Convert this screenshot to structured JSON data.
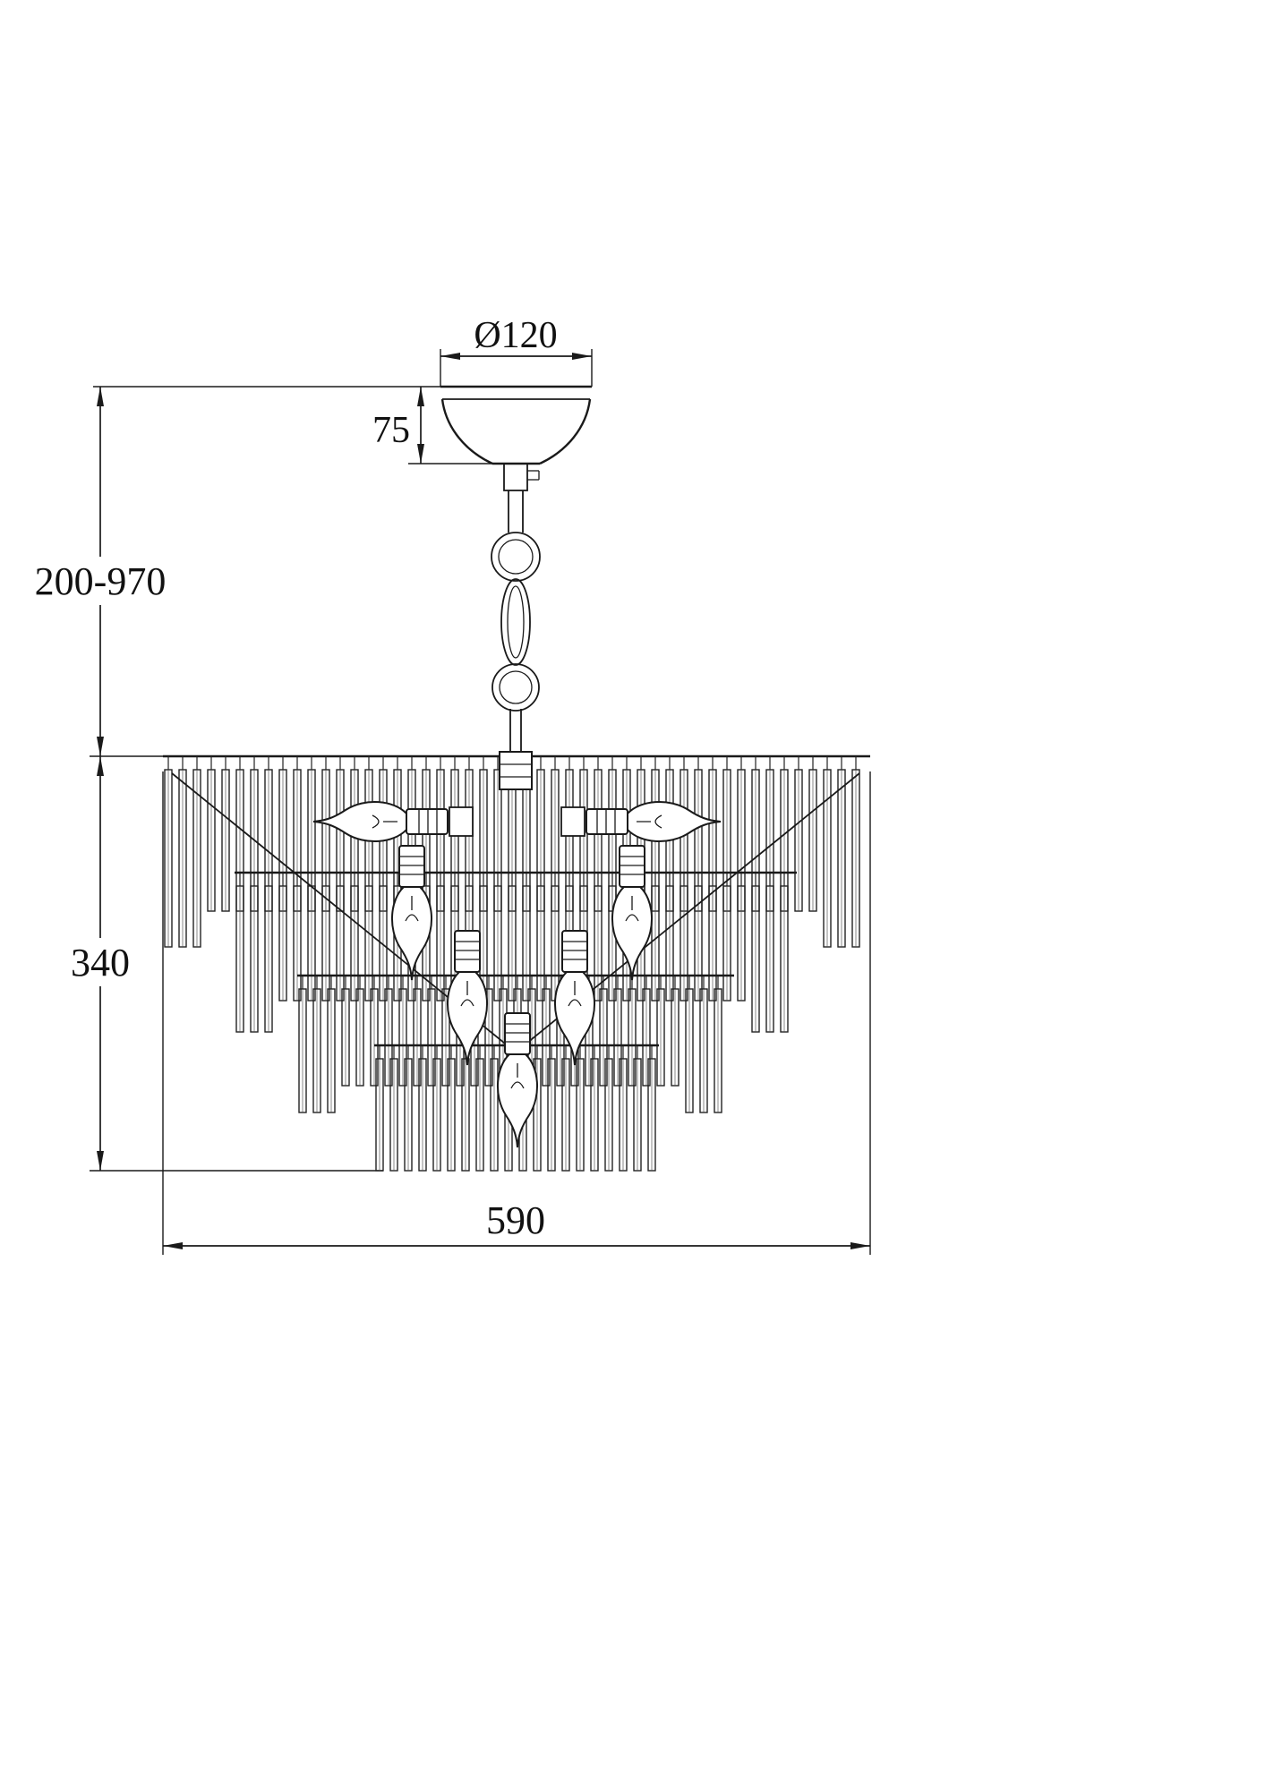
{
  "drawing": {
    "labels": {
      "canopy_diameter": "Ø120",
      "canopy_height": "75",
      "suspension_range": "200-970",
      "body_height": "340",
      "body_diameter": "590"
    }
  }
}
